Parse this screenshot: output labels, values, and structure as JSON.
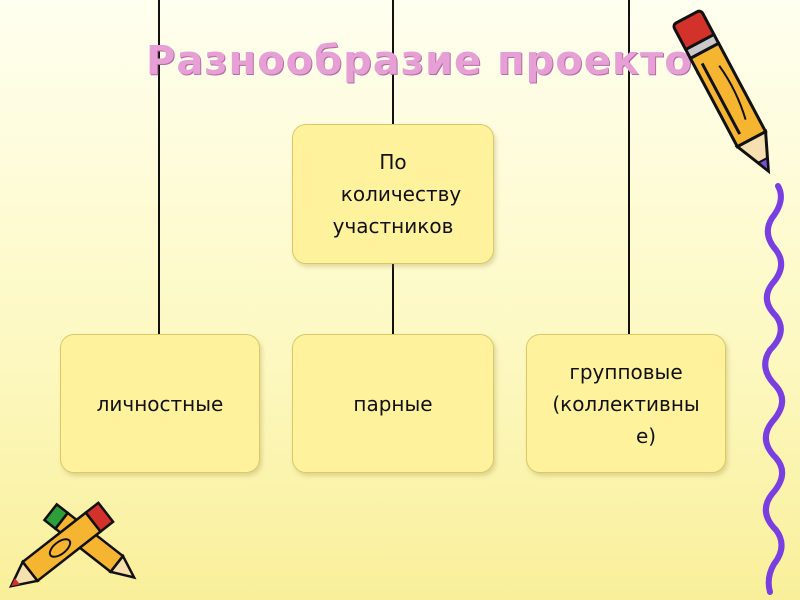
{
  "title": "Разнообразие проектов",
  "root": {
    "lines": [
      "По",
      "количеству",
      "участников"
    ]
  },
  "children": [
    {
      "lines": [
        "личностные"
      ]
    },
    {
      "lines": [
        "парные"
      ]
    },
    {
      "lines": [
        "групповые",
        "(коллективны",
        "е)"
      ]
    }
  ],
  "colors": {
    "title": "#e6a0d6",
    "box_fill": "#fff29c",
    "connector": "#111111",
    "background": "#fdf9c4"
  },
  "icons": [
    "pencil-icon",
    "crossed-pencils-icon",
    "squiggle-line-icon"
  ]
}
